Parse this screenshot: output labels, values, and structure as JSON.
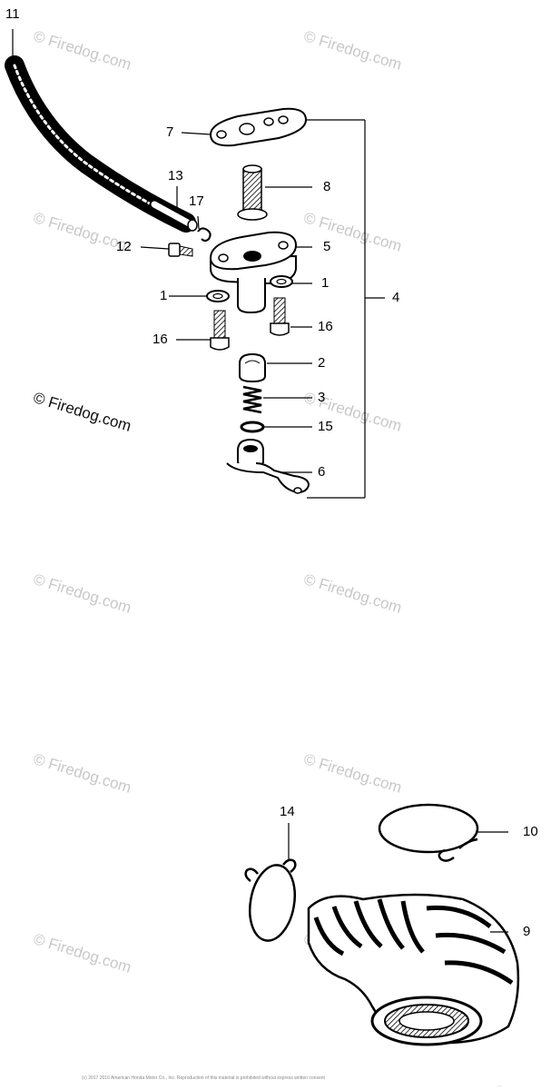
{
  "watermark": {
    "text": "© Firedog.com",
    "positions_note_removed": true
  },
  "callouts": {
    "c11": "11",
    "c7": "7",
    "c8": "8",
    "c13": "13",
    "c17": "17",
    "c12": "12",
    "c5": "5",
    "c1a": "1",
    "c1b": "1",
    "c4": "4",
    "c16a": "16",
    "c16b": "16",
    "c2": "2",
    "c3": "3",
    "c15": "15",
    "c6": "6",
    "c14": "14",
    "c10": "10",
    "c9": "9"
  },
  "footer": {
    "copyright": "(c) 2017 2016 American Honda Motor Co., Inc. Reproduction of this material is prohibited without express written consent",
    "code": "..."
  },
  "colors": {
    "ink": "#000000",
    "watermark": "#c8c8c8"
  }
}
